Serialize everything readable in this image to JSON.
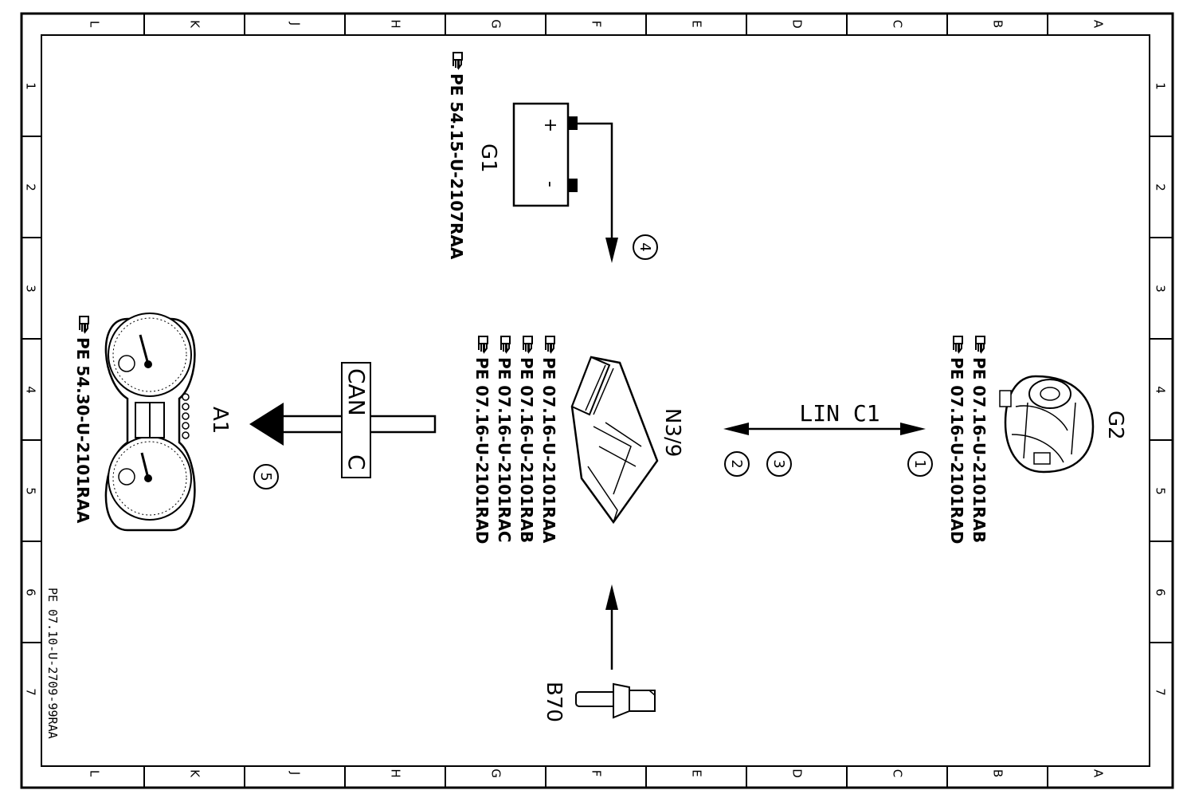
{
  "frame": {
    "col_letters": [
      "L",
      "K",
      "J",
      "H",
      "G",
      "F",
      "E",
      "D",
      "C",
      "B",
      "A"
    ],
    "row_numbers": [
      "1",
      "2",
      "3",
      "4",
      "5",
      "6",
      "7"
    ],
    "drawing_number": "PE 07.10-U-2709-99RAA"
  },
  "components": {
    "g1": {
      "id": "G1",
      "plus": "+",
      "minus": "-",
      "refs": [
        "PE  54.15-U-2107RAA"
      ]
    },
    "a1": {
      "id": "A1",
      "refs": [
        "PE  54.30-U-2101RAA"
      ]
    },
    "n39": {
      "id": "N3/9",
      "refs": [
        "PE  07.16-U-2101RAA",
        "PE  07.16-U-2101RAB",
        "PE  07.16-U-2101RAC",
        "PE  07.16-U-2101RAD"
      ]
    },
    "g2": {
      "id": "G2",
      "refs": [
        "PE  07.16-U-2101RAB",
        "PE  07.16-U-2101RAD"
      ]
    },
    "b70": {
      "id": "B70"
    }
  },
  "buses": {
    "can": {
      "label_1": "CAN",
      "label_2": "C"
    },
    "lin": {
      "label": "LIN  C1"
    }
  },
  "markers": [
    "1",
    "2",
    "3",
    "4",
    "5"
  ]
}
